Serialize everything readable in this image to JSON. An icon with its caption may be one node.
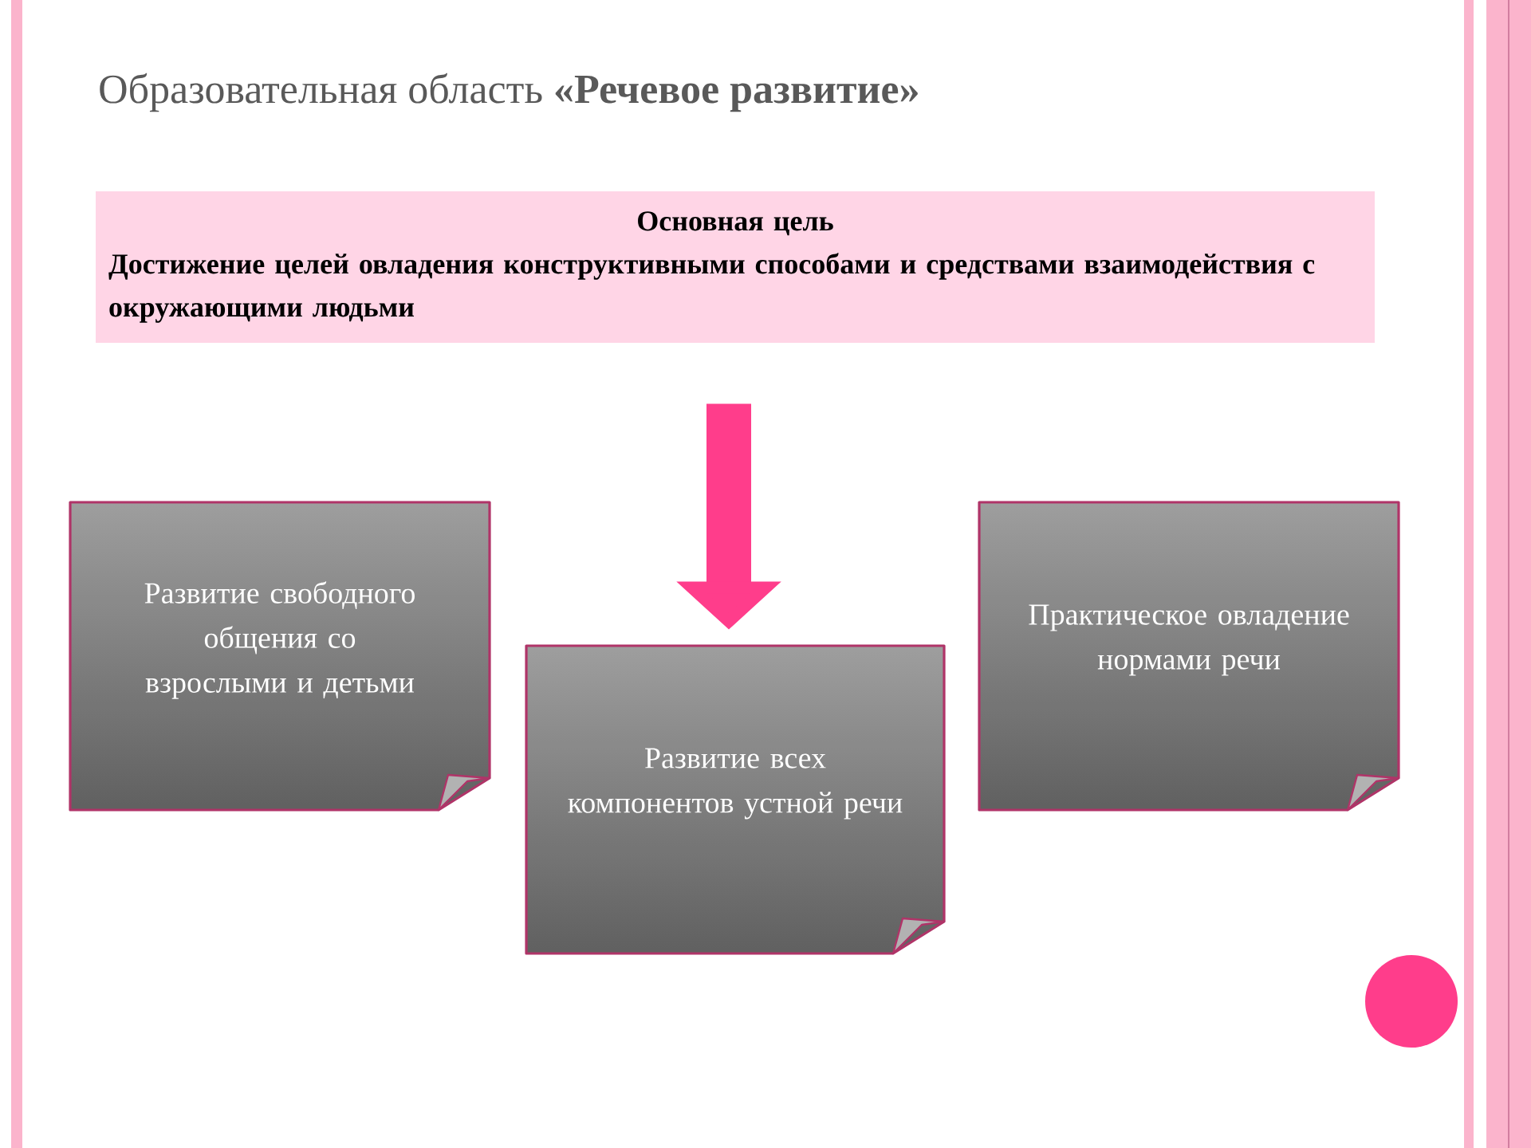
{
  "diagram": {
    "title": "Образовательная область **«Речевое развитие»**",
    "nodes": [
      {
        "text": [
          "Основная цель",
          "Достижение целей овладения конструктивными способами и средствами взаимодействия с окружающими людьми"
        ]
      },
      {
        "text": [
          "Развитие свободного общения со взрослыми и детьми"
        ]
      },
      {
        "text": [
          "Развитие всех компонентов устной речи"
        ]
      },
      {
        "text": [
          "Практическое овладение нормами речи"
        ]
      }
    ],
    "edges": [
      {
        "from": 0,
        "to": 2,
        "arrow": "to"
      }
    ]
  }
}
